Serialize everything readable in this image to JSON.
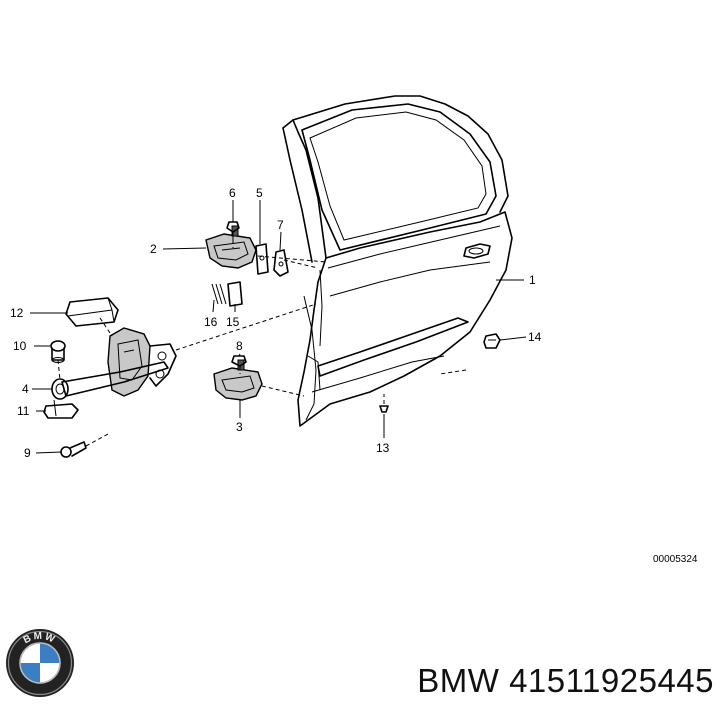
{
  "diagram": {
    "callouts": {
      "n1": "1",
      "n2": "2",
      "n3": "3",
      "n4": "4",
      "n5": "5",
      "n6": "6",
      "n7": "7",
      "n8": "8",
      "n9": "9",
      "n10": "10",
      "n11": "11",
      "n12": "12",
      "n13": "13",
      "n14": "14",
      "n15": "15",
      "n16": "16"
    },
    "drawing_ref": "00005324"
  },
  "footer": {
    "logo_text": "BMW",
    "part_number_text": "BMW 41511925445"
  }
}
